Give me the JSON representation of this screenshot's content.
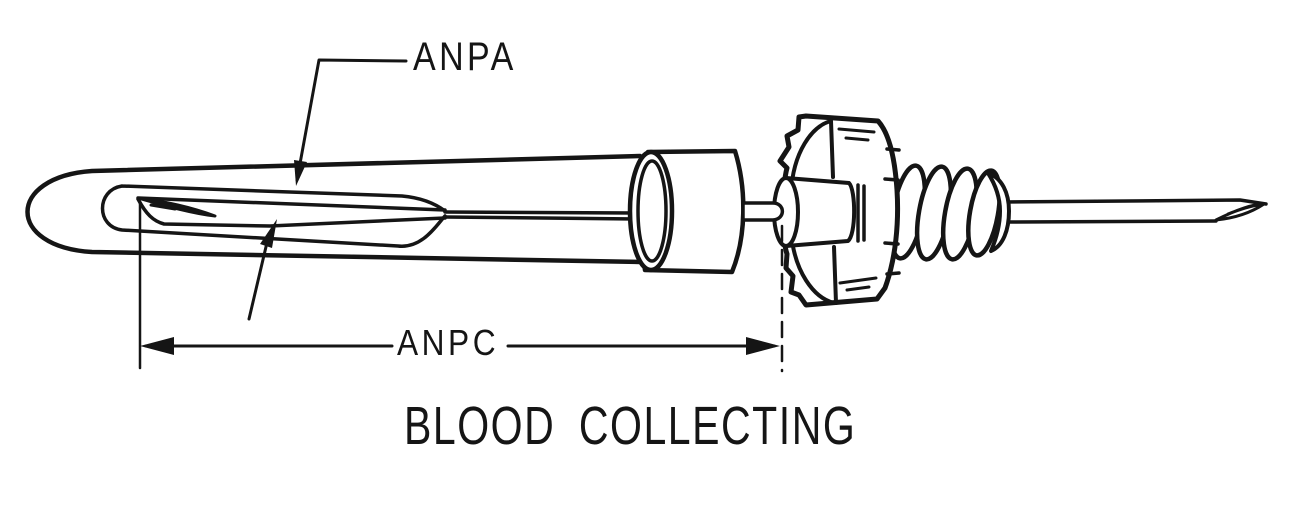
{
  "figure": {
    "caption": "BLOOD COLLECTING",
    "labels": {
      "anpa": "ANPA",
      "anpc": "ANPC"
    },
    "line_color": "#151515",
    "background_color": "#ffffff"
  }
}
